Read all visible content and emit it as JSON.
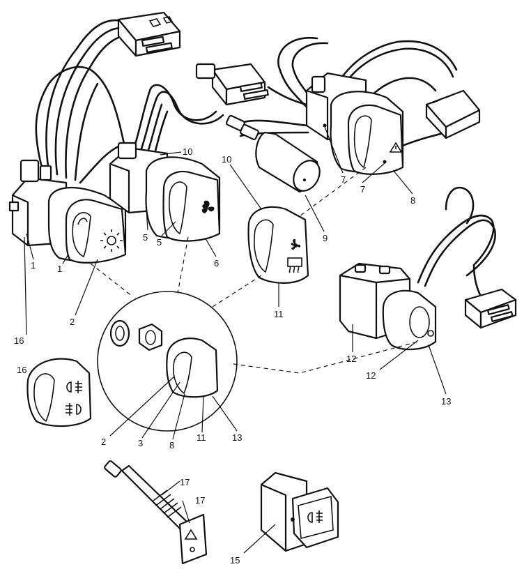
{
  "colors": {
    "ink": "#111111",
    "paper": "#ffffff"
  },
  "callouts": {
    "c1a": "1",
    "c1b": "1",
    "c16a": "16",
    "c2a": "2",
    "c10a": "10",
    "c5a": "5",
    "c5b": "5",
    "c6": "6",
    "c10b": "10",
    "c9": "9",
    "c11a": "11",
    "c7a": "7",
    "c7b": "7",
    "c8a": "8",
    "c12a": "12",
    "c12b": "12",
    "c13a": "13",
    "c16b": "16",
    "c2b": "2",
    "c3": "3",
    "c8b": "8",
    "c11b": "11",
    "c13b": "13",
    "c17a": "17",
    "c17b": "17",
    "c15": "15"
  },
  "icons": {
    "lighting": "sun-symbol",
    "fan": "fan-symbol",
    "hazard": "warning-triangle",
    "rear_demister": "heated-rear-window",
    "fog": "fog-lamp"
  }
}
